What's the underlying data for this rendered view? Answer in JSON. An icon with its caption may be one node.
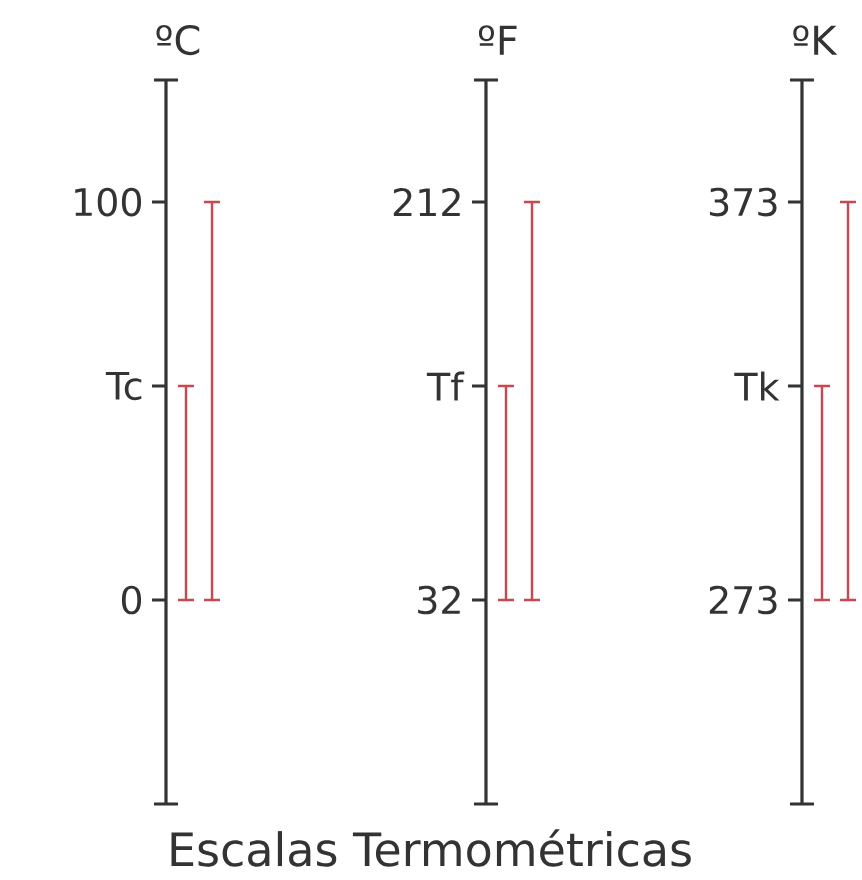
{
  "diagram": {
    "caption": "Escalas Termométricas",
    "labels": [
      "ºC",
      "ºF",
      "ºK",
      "100",
      "212",
      "373",
      "Tc",
      "Tf",
      "Tk",
      "0",
      "32",
      "273"
    ]
  }
}
